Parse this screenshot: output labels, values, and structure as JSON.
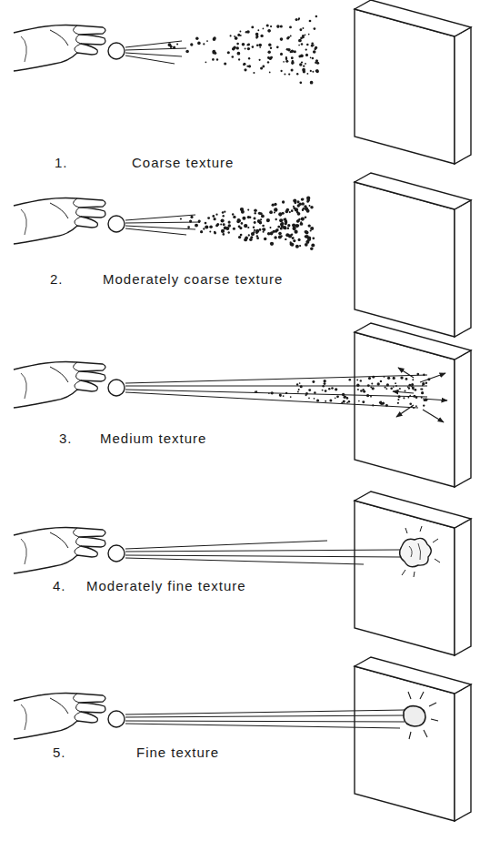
{
  "diagram": {
    "labels": [
      "1.",
      "Coarse texture",
      "2.",
      "Moderately coarse texture",
      "3.",
      "Medium texture",
      "4.",
      "Moderately fine texture",
      "5.",
      "Fine texture"
    ]
  }
}
